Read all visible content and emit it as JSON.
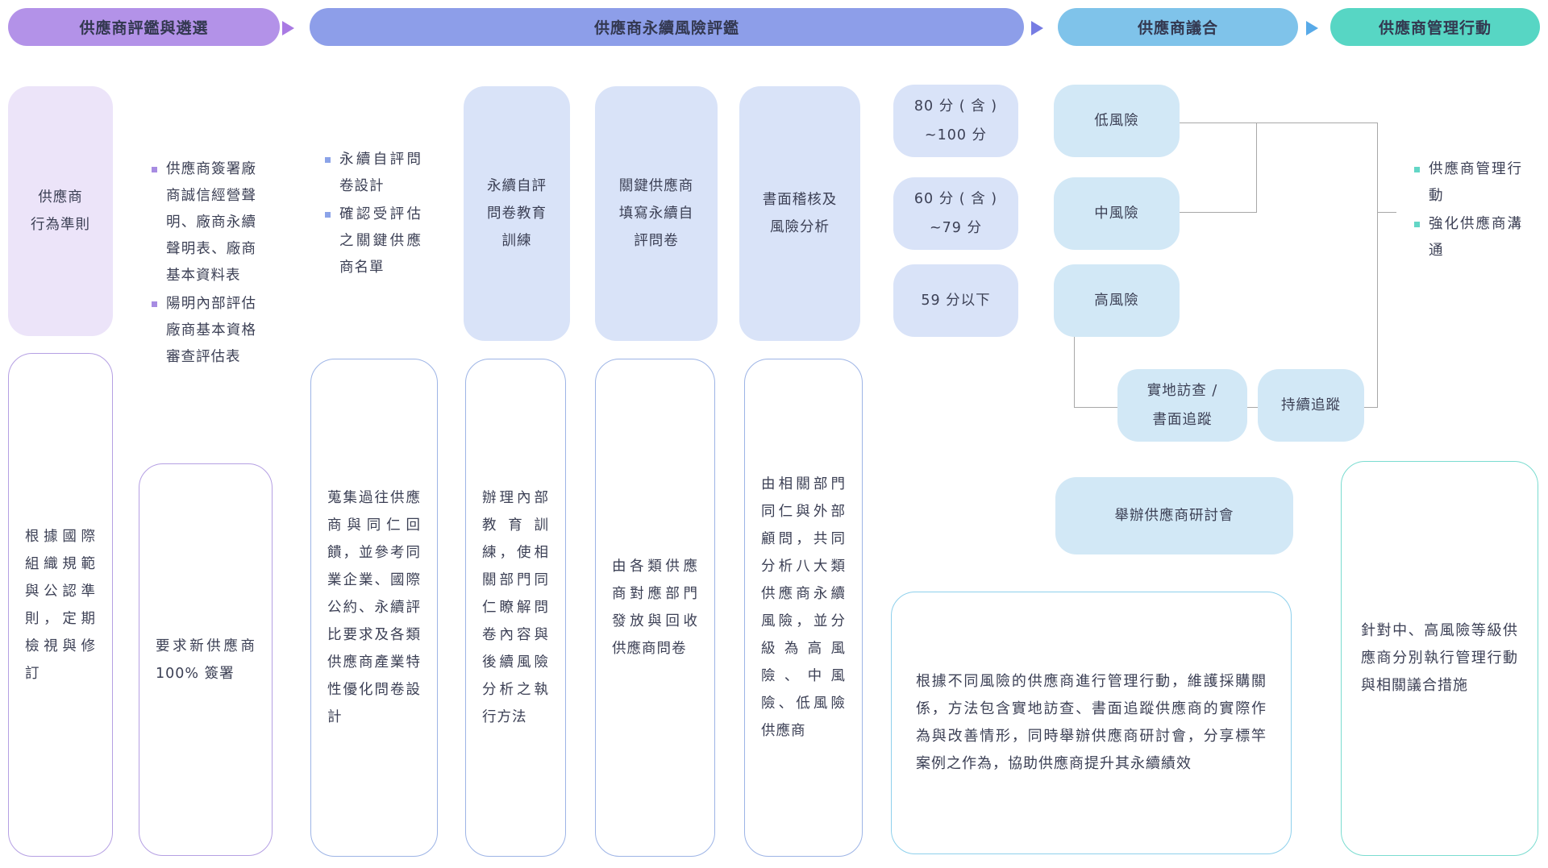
{
  "colors": {
    "stage1_pill": "#b392e8",
    "stage2_pill": "#8d9ee9",
    "stage3_pill": "#7fc3ea",
    "stage4_pill": "#57d6c4",
    "arrow1": "#a97ae3",
    "arrow2": "#767ce3",
    "arrow3": "#58aae8",
    "fill_light_purple": "#ece4f9",
    "fill_light_blue": "#d9e3f8",
    "fill_pale_sky": "#d2e8f6",
    "fill_mint": "#c9f1ea",
    "border_purple": "#b5a0e3",
    "border_blue": "#9db4e6",
    "border_sky": "#8ed0ec",
    "border_teal": "#7adcd0",
    "connector_gray": "#a8a8a8",
    "text": "#3c4055"
  },
  "headers": [
    {
      "label": "供應商評鑑與遴選"
    },
    {
      "label": "供應商永續風險評鑑"
    },
    {
      "label": "供應商議合"
    },
    {
      "label": "供應商管理行動"
    }
  ],
  "col1": {
    "top": "供應商\n行為準則",
    "bottom": "根據國際組織規範與公認準則，定期檢視與修訂"
  },
  "col2": {
    "bullets": [
      "供應商簽署廠商誠信經營聲明、廠商永續聲明表、廠商基本資料表",
      "陽明內部評估廠商基本資格審查評估表"
    ],
    "bottom": "要求新供應商100% 簽署"
  },
  "col3": {
    "bullets": [
      "永續自評問卷設計",
      "確認受評估之關鍵供應商名單"
    ],
    "bottom": "蒐集過往供應商與同仁回饋，並參考同業企業、國際公約、永續評比要求及各類供應商產業特性優化問卷設計"
  },
  "col4": {
    "top": "永續自評\n問卷教育\n訓練",
    "bottom": "辦理內部教育訓練，使相關部門同仁瞭解問卷內容與後續風險分析之執行方法"
  },
  "col5": {
    "top": "關鍵供應商\n填寫永續自\n評問卷",
    "bottom": "由各類供應商對應部門發放與回收供應商問卷"
  },
  "col6": {
    "top": "書面稽核及\n風險分析",
    "bottom": "由相關部門同仁與外部顧問，共同分析八大類供應商永續風險，並分級為高風險、中風險、低風險供應商"
  },
  "scores": [
    "80 分 ( 含 )\n~100 分",
    "60 分 ( 含 )\n~79 分",
    "59 分以下"
  ],
  "risks": [
    "低風險",
    "中風險",
    "高風險"
  ],
  "engagement": {
    "field_visit": "實地訪查 /\n書面追蹤",
    "follow_up": "持續追蹤",
    "seminar": "舉辦供應商研討會",
    "desc": "根據不同風險的供應商進行管理行動，維護採購關係，方法包含實地訪查、書面追蹤供應商的實際作為與改善情形，同時舉辦供應商研討會，分享標竿案例之作為，協助供應商提升其永續績效"
  },
  "management": {
    "bullets": [
      "供應商管理行動",
      "強化供應商溝通"
    ],
    "bottom": "針對中、高風險等級供應商分別執行管理行動與相關議合措施"
  }
}
